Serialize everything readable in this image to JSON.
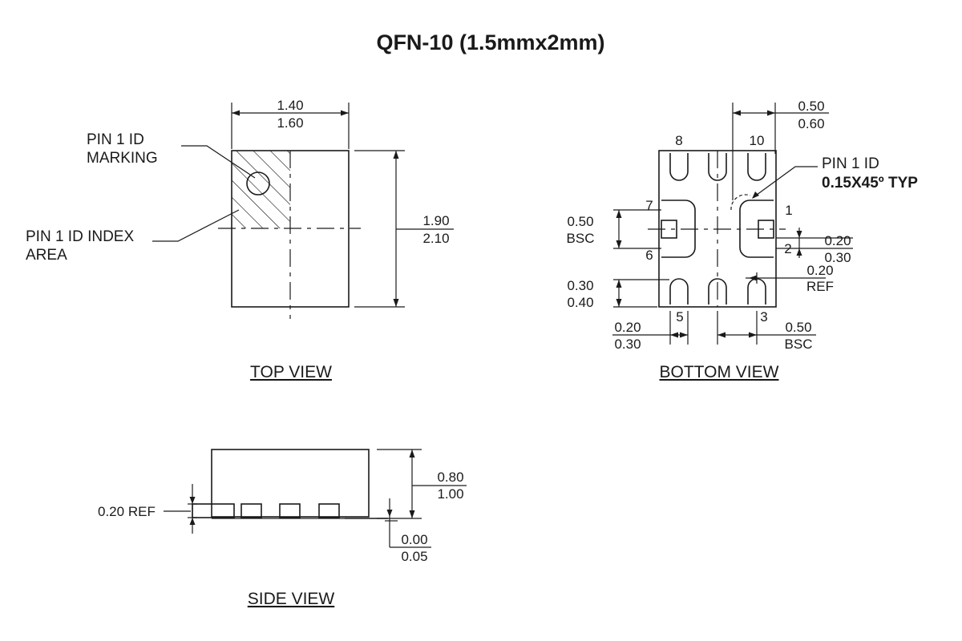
{
  "title": "QFN-10 (1.5mmx2mm)",
  "views": {
    "top": "TOP VIEW",
    "bottom": "BOTTOM VIEW",
    "side": "SIDE VIEW"
  },
  "top_view": {
    "pin1_marking_line1": "PIN 1 ID",
    "pin1_marking_line2": "MARKING",
    "pin1_index_line1": "PIN 1 ID INDEX",
    "pin1_index_line2": "AREA",
    "width_min": "1.40",
    "width_max": "1.60",
    "length_min": "1.90",
    "length_max": "2.10"
  },
  "bottom_view": {
    "pin1_id_line1": "PIN 1 ID",
    "pin1_id_line2": "0.15X45º TYP",
    "pins": {
      "p1": "1",
      "p2": "2",
      "p3": "3",
      "p5": "5",
      "p6": "6",
      "p7": "7",
      "p8": "8",
      "p10": "10"
    },
    "pad_pitch_top_min": "0.50",
    "pad_pitch_top_max": "0.60",
    "side_pitch": "0.50",
    "side_pitch_bsc": "BSC",
    "pad_width_min": "0.20",
    "pad_width_max": "0.30",
    "pad_ref": "0.20",
    "pad_ref_label": "REF",
    "pad_len_min": "0.30",
    "pad_len_max": "0.40",
    "bot_pad_width_min": "0.20",
    "bot_pad_width_max": "0.30",
    "bot_pitch": "0.50",
    "bot_pitch_bsc": "BSC"
  },
  "side_view": {
    "height_min": "0.80",
    "height_max": "1.00",
    "standoff_min": "0.00",
    "standoff_max": "0.05",
    "lead_ref": "0.20",
    "lead_ref_label": "REF"
  }
}
